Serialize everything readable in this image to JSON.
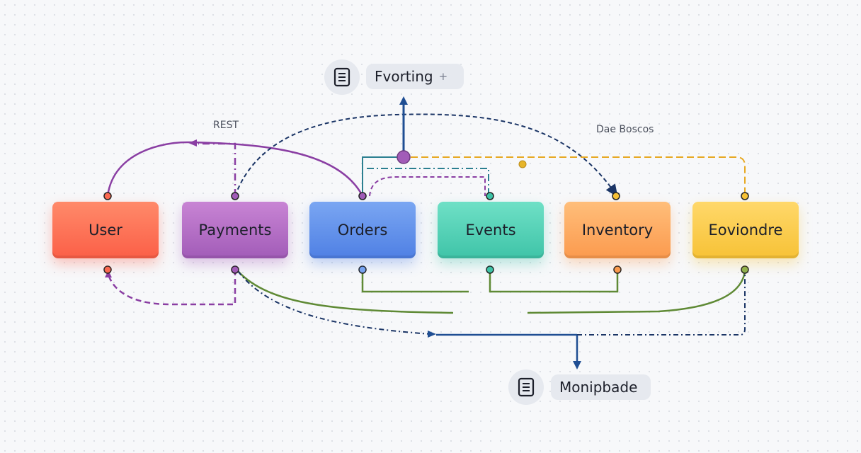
{
  "services": [
    {
      "name": "User"
    },
    {
      "name": "Payments"
    },
    {
      "name": "Orders"
    },
    {
      "name": "Events"
    },
    {
      "name": "Inventory"
    },
    {
      "name": "Eoviondre"
    }
  ],
  "edge_labels": {
    "rest": "REST",
    "dae_boscos": "Dae Boscos"
  },
  "top_endpoint": {
    "label": "Fvorting",
    "action": "+",
    "icon": "document-icon"
  },
  "bottom_endpoint": {
    "label": "Monipbade",
    "icon": "document-icon"
  },
  "colors": {
    "purple": "#8a3ea3",
    "navy": "#1b3566",
    "orange_dashed": "#e7a821",
    "teal": "#2b7f90",
    "green": "#5f8a35",
    "blue_bus": "#1f4e93"
  }
}
